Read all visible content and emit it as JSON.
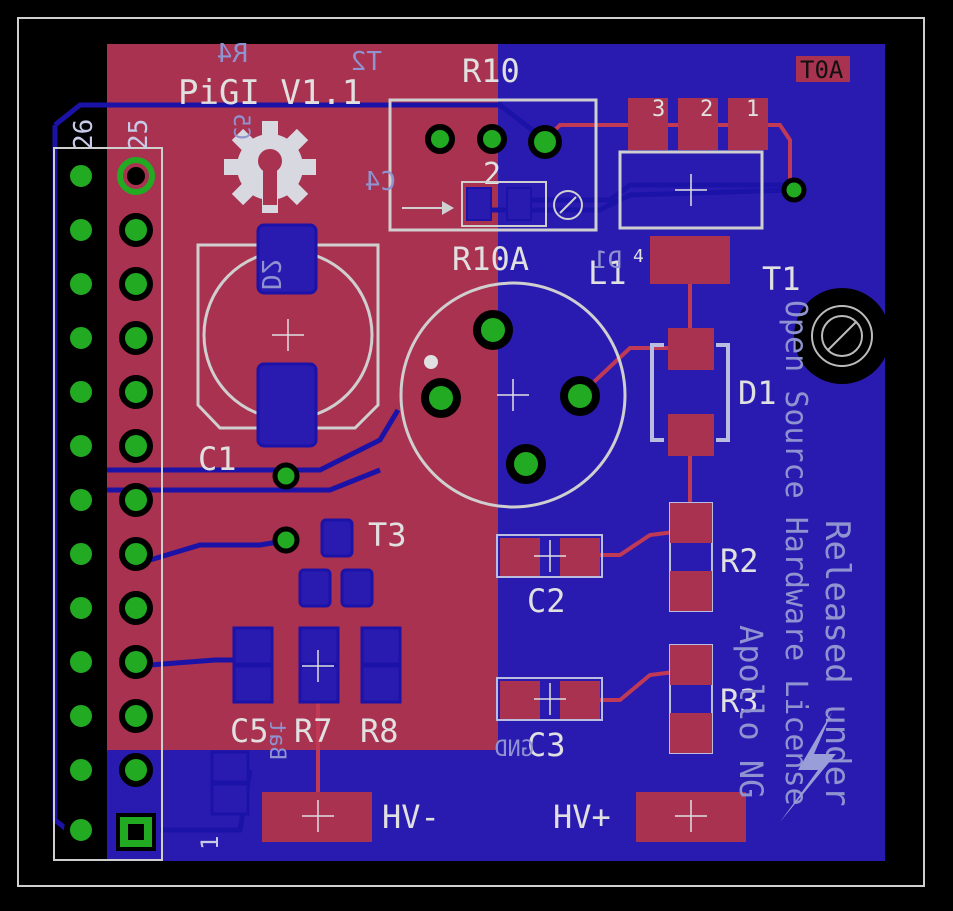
{
  "board": {
    "title": "PiGI V1.1",
    "code": "T0A",
    "colors": {
      "background": "#000000",
      "bottom_copper": "#2a1bb0",
      "top_copper": "#a8324f",
      "pad_green": "#22aa22",
      "outline": "#cfcfcf"
    }
  },
  "labels": {
    "r10": "R10",
    "r10a": "R10A",
    "l1": "L1",
    "t1": "T1",
    "d1": "D1",
    "c1": "C1",
    "c2": "C2",
    "c3": "C3",
    "c5": "C5",
    "r2": "R2",
    "r3": "R3",
    "r7": "R7",
    "r8": "R8",
    "t3": "T3",
    "hv_minus": "HV-",
    "hv_plus": "HV+",
    "header_26": "26",
    "header_25": "25",
    "pin1": "1",
    "pot_pin2": "2",
    "reg_pins": [
      "3",
      "2",
      "1"
    ],
    "l1_pin4": "4"
  },
  "mirror_text": {
    "r4": "R4",
    "t2": "T2",
    "c5b": "C5",
    "c4": "C4",
    "d2": "D2",
    "d1b": "D1",
    "gnd": "GND",
    "license1": "Released under",
    "license2": "Open Source Hardware License",
    "license3": "Apollo NG",
    "bat": "Bat"
  },
  "icons": [
    "oshw-gear-icon",
    "lightning-bolt-icon",
    "mounting-hole-icon",
    "potentiometer-icon"
  ]
}
